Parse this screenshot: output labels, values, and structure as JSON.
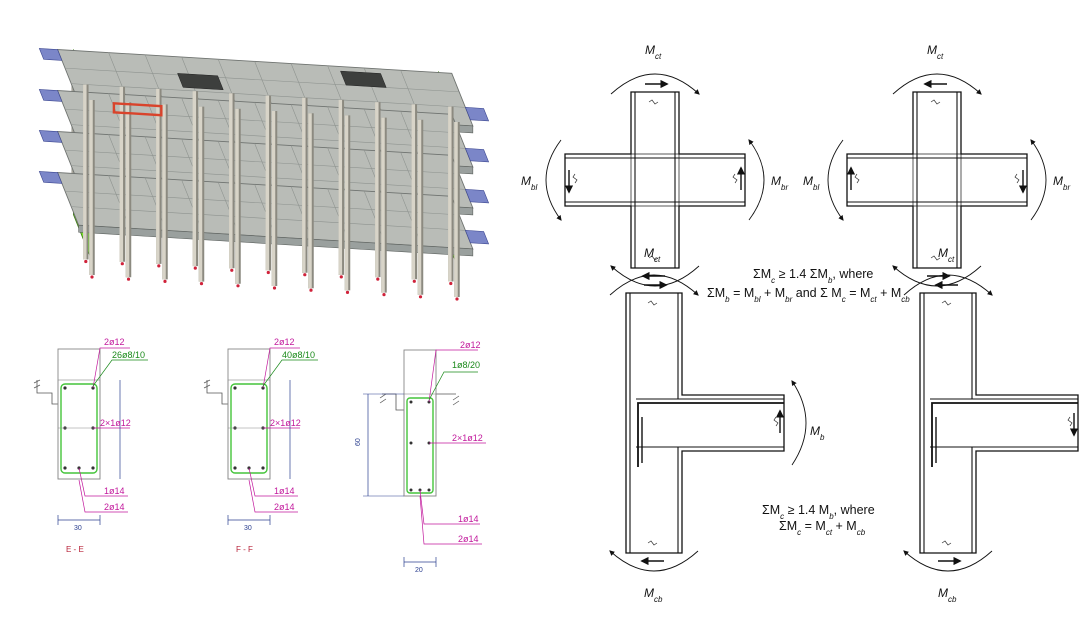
{
  "model": {
    "colors": {
      "slab": "#b9bcb7",
      "column": "#d8d4c8",
      "wall": "#78e22c",
      "beam": "#9aa09e",
      "highlight": "#d9432b"
    }
  },
  "sections": [
    {
      "top": "2ø12",
      "stirrup": "26ø8/10",
      "side": "2×1ø12",
      "mid": "1ø14",
      "bottom": "2ø14",
      "width": "30",
      "name": "E - E"
    },
    {
      "top": "2ø12",
      "stirrup": "40ø8/10",
      "side": "2×1ø12",
      "mid": "1ø14",
      "bottom": "2ø14",
      "width": "30",
      "name": "F - F"
    },
    {
      "top": "2ø12",
      "stirrup": "1ø8/20",
      "side": "2×1ø12",
      "mid": "1ø14",
      "bottom": "2ø14",
      "width": "20",
      "height": "60"
    }
  ],
  "joints": {
    "labels": {
      "mct": [
        "M",
        "ct"
      ],
      "mcb": [
        "M",
        "cb"
      ],
      "mbl": [
        "M",
        "bl"
      ],
      "mbr": [
        "M",
        "br"
      ],
      "mb": [
        "M",
        "b"
      ]
    },
    "interior": {
      "eq1": [
        "ΣM",
        "c",
        " ≥ 1.4 ΣM",
        "b",
        ", where"
      ],
      "eq2": [
        "ΣM",
        "b",
        " = M",
        "bl",
        " + M",
        "br",
        " and Σ M",
        "c",
        " = M",
        "ct",
        " + M",
        "cb"
      ]
    },
    "exterior": {
      "eq1": [
        "ΣM",
        "c",
        " ≥ 1.4 M",
        "b",
        ", where"
      ],
      "eq2": [
        "ΣM",
        "c",
        " = M",
        "ct",
        " + M",
        "cb"
      ]
    }
  }
}
